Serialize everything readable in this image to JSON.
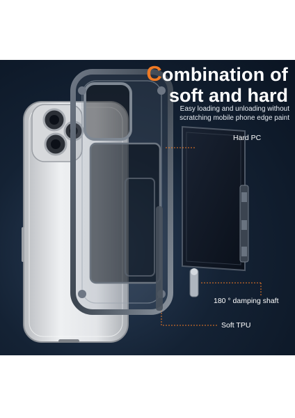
{
  "headline": {
    "accent_letter": "C",
    "line1_rest": "ombination of",
    "line2": "soft and hard"
  },
  "subtitle": "Easy loading and unloading without scratching mobile phone edge paint",
  "callouts": {
    "hard_pc": "Hard PC",
    "damping_shaft": "180 °  damping shaft",
    "soft_tpu": "Soft TPU"
  },
  "colors": {
    "accent": "#f07a24",
    "background": "#0e1a2a",
    "leader_line": "#f07a24"
  }
}
